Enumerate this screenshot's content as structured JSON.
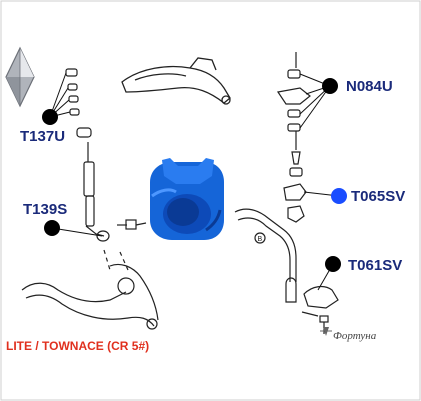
{
  "labels": {
    "t137u": "T137U",
    "t139s": "T139S",
    "n084u": "N084U",
    "t065sv": "T065SV",
    "t061sv": "T061SV"
  },
  "footer": "LITE / TOWNACE (CR 5#)",
  "watermark": "Фортуна",
  "colors": {
    "label_text": "#1a2a7a",
    "footer_text": "#e0301e",
    "bushing_blue": "#1565d8",
    "highlight_dot": "#1a4dff",
    "marker_dot": "#000000"
  }
}
